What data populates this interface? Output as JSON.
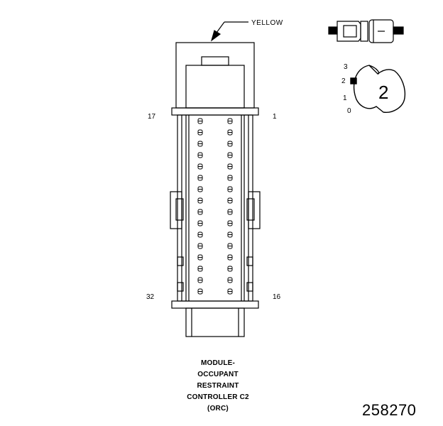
{
  "connector": {
    "wire_color_label": "YELLOW",
    "pin_count_per_row": 16,
    "corner_labels": {
      "top_left": "17",
      "top_right": "1",
      "bottom_left": "32",
      "bottom_right": "16"
    }
  },
  "key_indicator": {
    "positions": [
      "3",
      "2",
      "1",
      "0"
    ],
    "selected": "2",
    "large_number": "2"
  },
  "caption": {
    "lines": [
      "MODULE-",
      "OCCUPANT",
      "RESTRAINT",
      "CONTROLLER C2",
      "(ORC)"
    ]
  },
  "figure_id": "258270"
}
